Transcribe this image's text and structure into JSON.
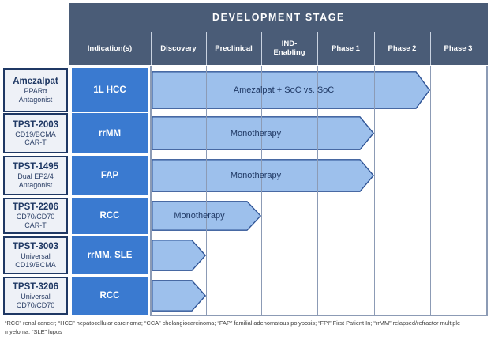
{
  "header": {
    "title": "DEVELOPMENT STAGE",
    "indication_label": "Indication(s)",
    "stages": [
      {
        "label": "Discovery"
      },
      {
        "label": "Preclinical"
      },
      {
        "label": "IND-\nEnabling"
      },
      {
        "label": "Phase 1"
      },
      {
        "label": "Phase 2"
      },
      {
        "label": "Phase 3"
      }
    ]
  },
  "colors": {
    "header_bg": "#4a5c77",
    "indication_bg": "#3a7ad0",
    "bar_fill": "#9dc0ec",
    "bar_stroke": "#2f5496",
    "name_bg": "#eef1f7",
    "name_border": "#1f3864",
    "gridline": "#8c9bb5"
  },
  "rows": [
    {
      "program": "Amezalpat",
      "sub1": "PPARα",
      "sub2": "Antagonist",
      "indication": "1L HCC",
      "bar_label": "Amezalpat + SoC vs. SoC",
      "stage_reached": "Phase 2"
    },
    {
      "program": "TPST-2003",
      "sub1": "CD19/BCMA",
      "sub2": "CAR-T",
      "indication": "rrMM",
      "bar_label": "Monotherapy",
      "stage_reached": "Phase 1"
    },
    {
      "program": "TPST-1495",
      "sub1": "Dual EP2/4",
      "sub2": "Antagonist",
      "indication": "FAP",
      "bar_label": "Monotherapy",
      "stage_reached": "Phase 1"
    },
    {
      "program": "TPST-2206",
      "sub1": "CD70/CD70",
      "sub2": "CAR-T",
      "indication": "RCC",
      "bar_label": "Monotherapy",
      "stage_reached": "Preclinical"
    },
    {
      "program": "TPST-3003",
      "sub1": "Universal",
      "sub2": "CD19/BCMA",
      "indication": "rrMM, SLE",
      "bar_label": "",
      "stage_reached": "Discovery"
    },
    {
      "program": "TPST-3206",
      "sub1": "Universal",
      "sub2": "CD70/CD70",
      "indication": "RCC",
      "bar_label": "",
      "stage_reached": "Discovery"
    }
  ],
  "footnote": "“RCC” renal cancer; “HCC” hepatocellular carcinoma; “CCA” cholangiocarcinoma; “FAP” familial adenomatous polyposis; “FPI” First Patient In; “rrMM” relapsed/refractor multiple myeloma, “SLE” lupus"
}
